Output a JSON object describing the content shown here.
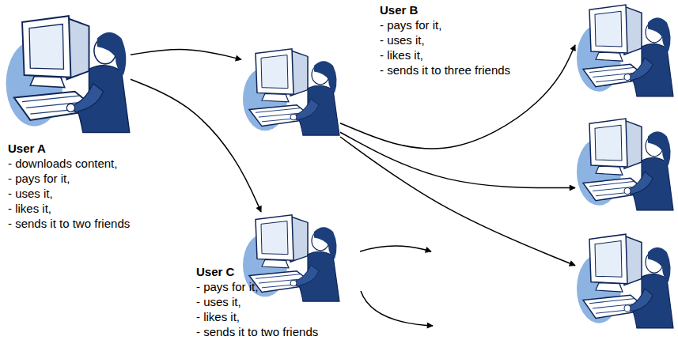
{
  "diagram": {
    "nodes": [
      {
        "text": [
          "User A",
          "- downloads content,",
          "- pays for it,",
          "- uses it,",
          "- likes it,",
          "- sends it to two friends"
        ]
      },
      {
        "text": [
          "User B",
          "- pays for it,",
          "- uses it,",
          "- likes it,",
          "- sends it to three friends"
        ]
      },
      {
        "text": [
          "User C",
          "- pays for it,",
          "- uses it,",
          "- likes it,",
          "- sends it to two friends"
        ]
      },
      {
        "text": []
      },
      {
        "text": []
      },
      {
        "text": []
      }
    ],
    "edges": [
      {
        "from": 0,
        "to": 1,
        "arrow": "to"
      },
      {
        "from": 0,
        "to": 2,
        "arrow": "to"
      },
      {
        "from": 1,
        "to": 3,
        "arrow": "to"
      },
      {
        "from": 1,
        "to": 4,
        "arrow": "to"
      },
      {
        "from": 1,
        "to": 5,
        "arrow": "to"
      }
    ]
  }
}
